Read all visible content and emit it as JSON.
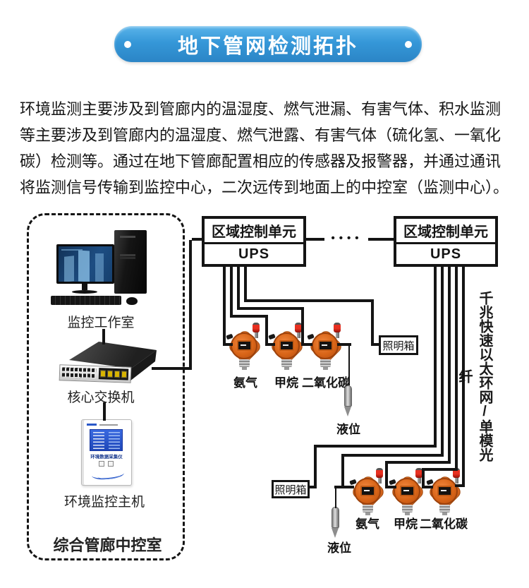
{
  "header": {
    "title": "地下管网检测拓扑"
  },
  "intro": {
    "lines": [
      "环境监测主要涉及到管廊内的温湿度、燃气泄漏、有害气体、积水监测",
      "等主要涉及到管廊内的温湿度、燃气泄露、有害气体（硫化氢、一氧化",
      "碳）检测等。通过在地下管廊配置相应的传感器及报警器，并通过通讯",
      "将监测信号传输到监控中心，二次远传到地面上的中控室（监测中心）。"
    ]
  },
  "control_room": {
    "workstation_label": "监控工作室",
    "switch_label": "核心交换机",
    "host_label": "环境监控主机",
    "host_device_text": "环境数据采集仪",
    "room_label": "综合管廊中控室"
  },
  "area_units": [
    {
      "title": "区域控制单元",
      "ups": "UPS"
    },
    {
      "title": "区域控制单元",
      "ups": "UPS"
    }
  ],
  "top_bus": {
    "ellipsis": "••••"
  },
  "groups": [
    {
      "detectors": [
        "氨气",
        "甲烷",
        "二氧化碳"
      ],
      "lighting_label": "照明箱",
      "level_label": "液位"
    },
    {
      "detectors": [
        "氨气",
        "甲烷",
        "二氧化碳"
      ],
      "lighting_label": "照明箱",
      "level_label": "液位"
    }
  ],
  "ring_label": "千兆快速以太环网/单模光纤",
  "colors": {
    "header_blue": "#3597d8",
    "wire_black": "#141414",
    "detector_orange": "#d96518",
    "alarm_red": "#e83020",
    "device_screen_blue": "#2a5cd0"
  }
}
